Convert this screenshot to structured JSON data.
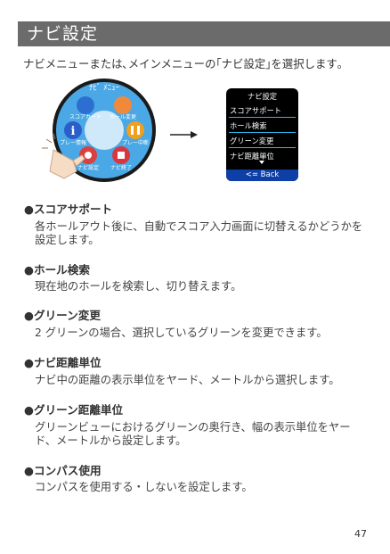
{
  "header": {
    "title": "ナビ設定"
  },
  "intro": "ナビメニューまたは､メインメニューの｢ナビ設定｣を選択します｡",
  "watch": {
    "title": "ﾅﾋﾞ ﾒﾆｭｰ",
    "buttons": [
      "スコアカード",
      "ホール変更",
      "プレー情報",
      "プレー中断",
      "ナビ設定",
      "ナビ終了"
    ]
  },
  "menu": {
    "title": "ナビ設定",
    "items": [
      "スコアサポート",
      "ホール検索",
      "グリーン変更",
      "ナビ距離単位"
    ],
    "back": "<= Back"
  },
  "sections": [
    {
      "title": "●スコアサポート",
      "body": "各ホールアウト後に、自動でスコア入力画面に切替えるかどうかを設定します。"
    },
    {
      "title": "●ホール検索",
      "body": "現在地のホールを検索し、切り替えます。"
    },
    {
      "title": "●グリーン変更",
      "body": "2 グリーンの場合、選択しているグリーンを変更できます。"
    },
    {
      "title": "●ナビ距離単位",
      "body": "ナビ中の距離の表示単位をヤード、メートルから選択します。"
    },
    {
      "title": "●グリーン距離単位",
      "body": "グリーンビューにおけるグリーンの奥行き、幅の表示単位をヤード、メートルから設定します。"
    },
    {
      "title": "●コンパス使用",
      "body": "コンパスを使用する・しないを設定します。"
    }
  ],
  "page_number": "47"
}
